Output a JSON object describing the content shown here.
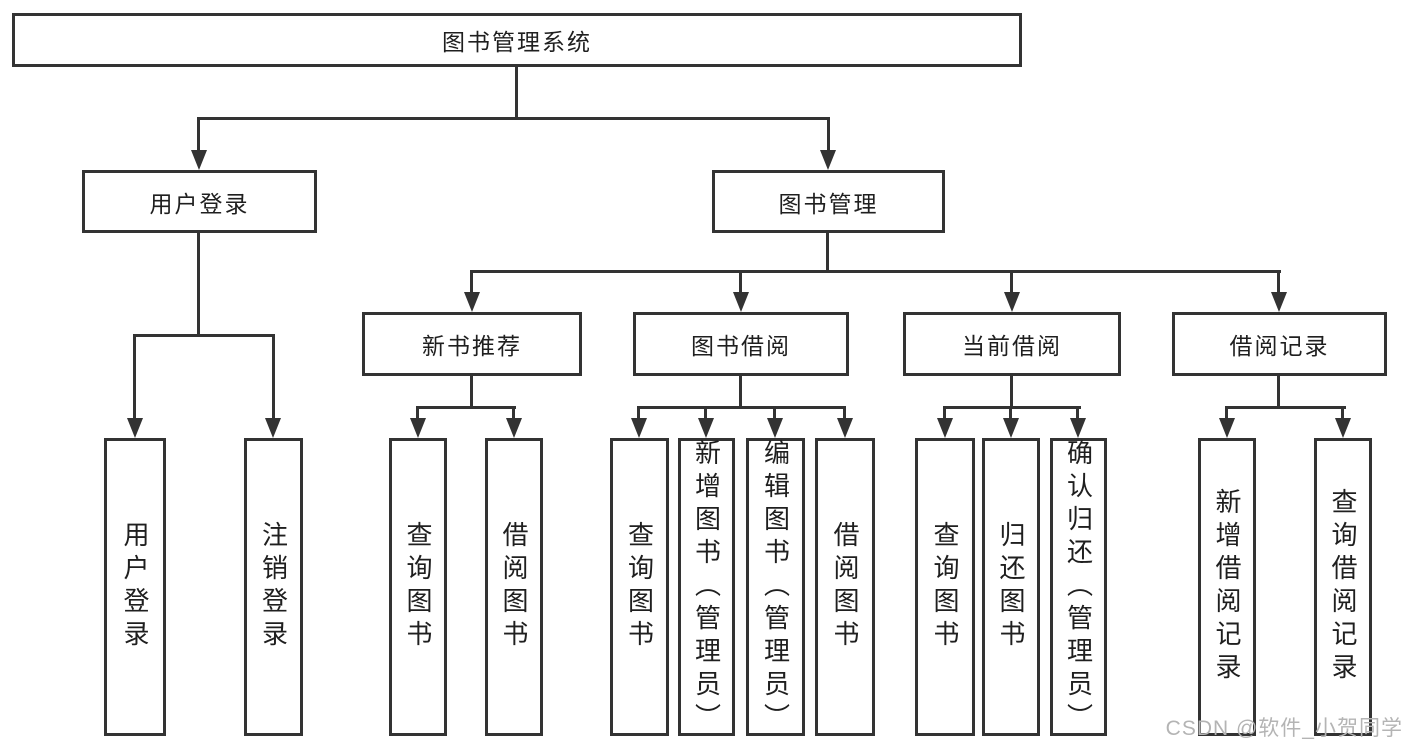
{
  "diagram": {
    "type": "hierarchy-flowchart",
    "background_color": "#ffffff",
    "line_color": "#333333",
    "text_color": "#1f1f1f",
    "watermark": "CSDN @软件_小贺同学",
    "watermark_color": "#b4b4b4",
    "tree": {
      "label": "图书管理系统",
      "children": [
        {
          "label": "用户登录",
          "children": [
            {
              "label": "用户登录"
            },
            {
              "label": "注销登录"
            }
          ]
        },
        {
          "label": "图书管理",
          "children": [
            {
              "label": "新书推荐",
              "children": [
                {
                  "label": "查询图书"
                },
                {
                  "label": "借阅图书"
                }
              ]
            },
            {
              "label": "图书借阅",
              "children": [
                {
                  "label": "查询图书"
                },
                {
                  "label": "新增图书（管理员）"
                },
                {
                  "label": "编辑图书（管理员）"
                },
                {
                  "label": "借阅图书"
                }
              ]
            },
            {
              "label": "当前借阅",
              "children": [
                {
                  "label": "查询图书"
                },
                {
                  "label": "归还图书"
                },
                {
                  "label": "确认归还（管理员）"
                }
              ]
            },
            {
              "label": "借阅记录",
              "children": [
                {
                  "label": "新增借阅记录"
                },
                {
                  "label": "查询借阅记录"
                }
              ]
            }
          ]
        }
      ]
    }
  }
}
